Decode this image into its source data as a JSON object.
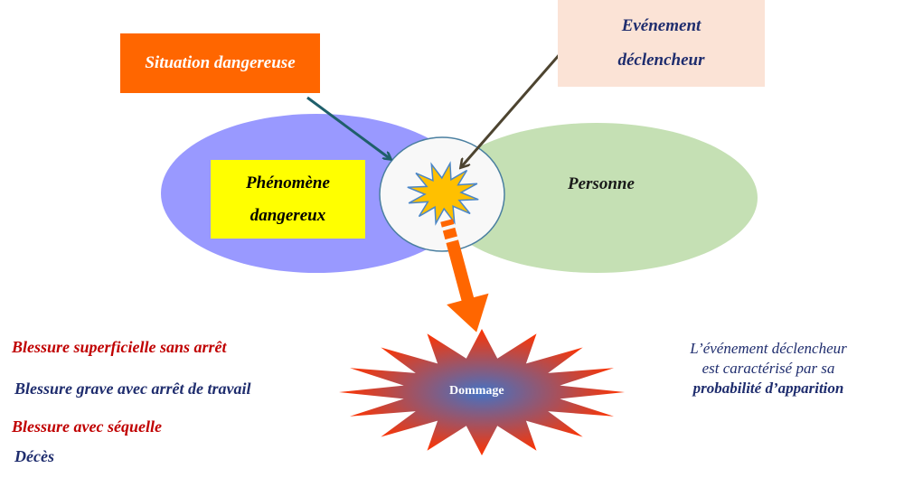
{
  "diagram": {
    "situation_box": {
      "label": "Situation dangereuse",
      "fill": "#ff6600",
      "text_color": "#ffffff"
    },
    "event_box": {
      "line1": "Evénement",
      "line2": "déclencheur",
      "fill": "#fbe3d6",
      "text_color": "#1f2d6e"
    },
    "phenomenon_box": {
      "line1": "Phénomène",
      "line2": "dangereux",
      "fill": "#ffff00",
      "text_color": "#000000"
    },
    "hazard_ellipse": {
      "fill": "#9999ff"
    },
    "person_ellipse": {
      "label": "Personne",
      "fill": "#c5e0b4",
      "text_color": "#1a1a1a"
    },
    "intersection_circle": {
      "fill": "#f8f8f8",
      "stroke": "#4a7fa0",
      "burst_fill": "#ffc000"
    },
    "damage": {
      "label": "Dommage",
      "outer_color": "#ff3300",
      "inner_color": "#4472c4",
      "text_color": "#ffffff"
    },
    "arrow_colors": {
      "situation": "#1f5f6b",
      "event": "#4d4430",
      "damage": "#ff6600"
    }
  },
  "consequences": [
    {
      "label": "Blessure superficielle sans arrêt",
      "color": "#c00000"
    },
    {
      "label": "Blessure grave avec arrêt de travail",
      "color": "#1f2d6e"
    },
    {
      "label": "Blessure avec séquelle",
      "color": "#c00000"
    },
    {
      "label": "Décès",
      "color": "#1f2d6e"
    }
  ],
  "note": {
    "line1": "L’événement déclencheur",
    "line2": "est caractérisé par sa",
    "line3": "probabilité d’apparition",
    "color": "#1f2d6e"
  }
}
